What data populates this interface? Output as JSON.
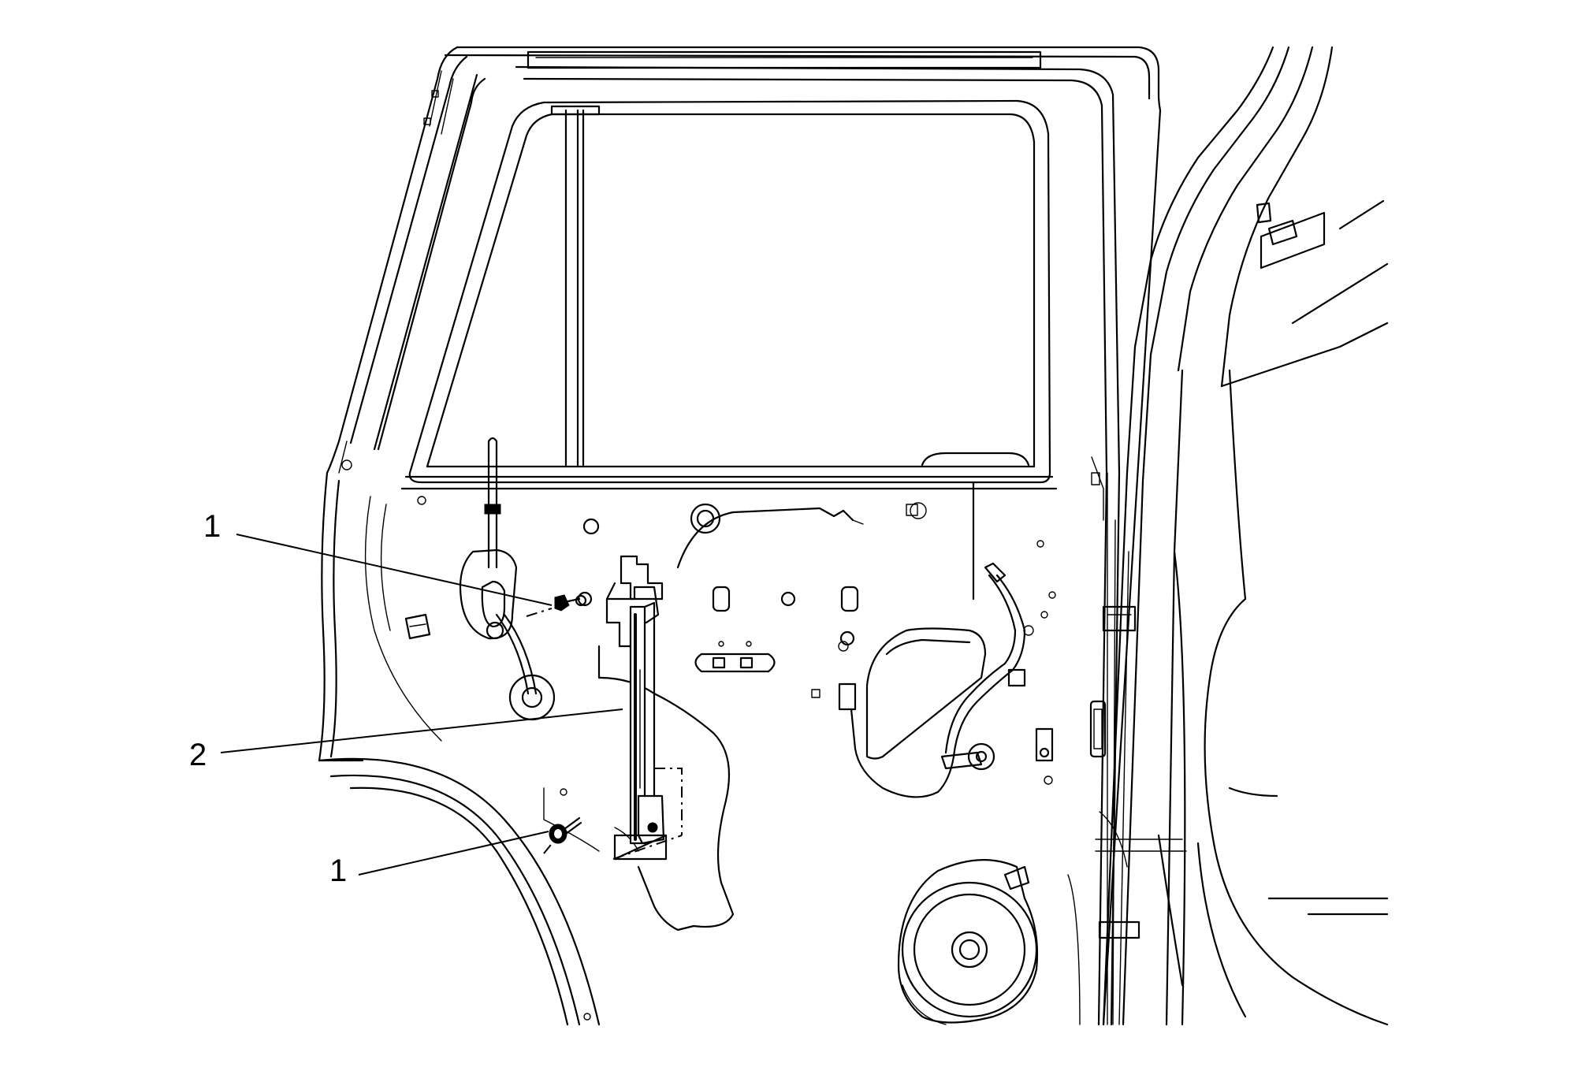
{
  "figure": {
    "callouts": [
      {
        "id": "callout-1-upper",
        "label": "1"
      },
      {
        "id": "callout-2",
        "label": "2"
      },
      {
        "id": "callout-1-lower",
        "label": "1"
      }
    ]
  },
  "icons": {
    "upper_fastener": "bolt-icon",
    "lower_fastener": "bolt-icon",
    "window_regulator": "window-regulator-icon",
    "speaker": "speaker-icon"
  }
}
